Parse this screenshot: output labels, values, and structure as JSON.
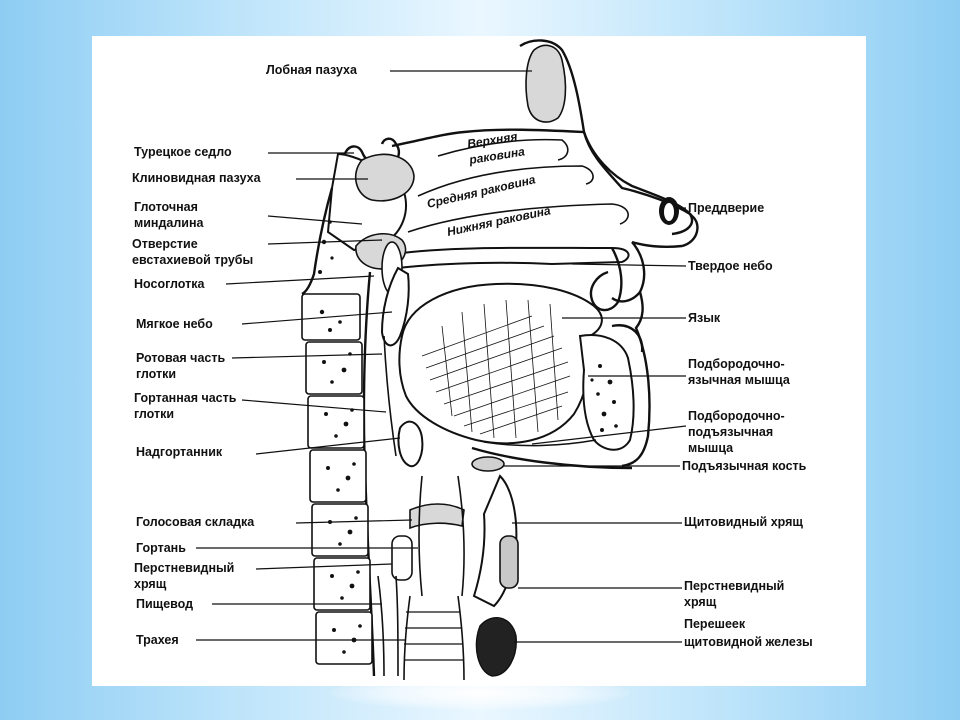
{
  "left_labels": [
    {
      "id": "frontal-sinus",
      "lines": [
        "Лобная пазуха"
      ]
    },
    {
      "id": "sella-turcica",
      "lines": [
        "Турецкое седло"
      ]
    },
    {
      "id": "sphenoid-sinus",
      "lines": [
        "Клиновидная пазуха"
      ]
    },
    {
      "id": "pharyngeal-tonsil",
      "lines": [
        "Глоточная",
        "миндалина"
      ]
    },
    {
      "id": "eustachian-opening",
      "lines": [
        "Отверстие",
        "евстахиевой трубы"
      ]
    },
    {
      "id": "nasopharynx",
      "lines": [
        "Носоглотка"
      ]
    },
    {
      "id": "soft-palate",
      "lines": [
        "Мягкое небо"
      ]
    },
    {
      "id": "oropharynx",
      "lines": [
        "Ротовая часть",
        "глотки"
      ]
    },
    {
      "id": "laryngopharynx",
      "lines": [
        "Гортанная часть",
        "глотки"
      ]
    },
    {
      "id": "epiglottis",
      "lines": [
        "Надгортанник"
      ]
    },
    {
      "id": "vocal-fold",
      "lines": [
        "Голосовая складка"
      ]
    },
    {
      "id": "larynx",
      "lines": [
        "Гортань"
      ]
    },
    {
      "id": "cricoid-left",
      "lines": [
        "Перстневидный",
        "хрящ"
      ]
    },
    {
      "id": "esophagus",
      "lines": [
        "Пищевод"
      ]
    },
    {
      "id": "trachea",
      "lines": [
        "Трахея"
      ]
    }
  ],
  "right_labels": [
    {
      "id": "vestibule",
      "lines": [
        "Преддверие"
      ]
    },
    {
      "id": "hard-palate",
      "lines": [
        "Твердое небо"
      ]
    },
    {
      "id": "tongue",
      "lines": [
        "Язык"
      ]
    },
    {
      "id": "genioglossus",
      "lines": [
        "Подбородочно-",
        "язычная мышца"
      ]
    },
    {
      "id": "geniohyoid",
      "lines": [
        "Подбородочно-",
        "подъязычная",
        "мышца"
      ]
    },
    {
      "id": "hyoid",
      "lines": [
        "Подъязычная кость"
      ]
    },
    {
      "id": "thyroid-cartilage",
      "lines": [
        "Щитовидный хрящ"
      ]
    },
    {
      "id": "cricoid-right",
      "lines": [
        "Перстневидный",
        "хрящ"
      ]
    },
    {
      "id": "thyroid-isthmus",
      "lines": [
        "Перешеек",
        "щитовидной железы"
      ]
    }
  ],
  "inner_labels": {
    "superior_concha": [
      "Верхняя",
      "раковина"
    ],
    "middle_concha": "Средняя раковина",
    "inferior_concha": "Нижняя раковина"
  }
}
